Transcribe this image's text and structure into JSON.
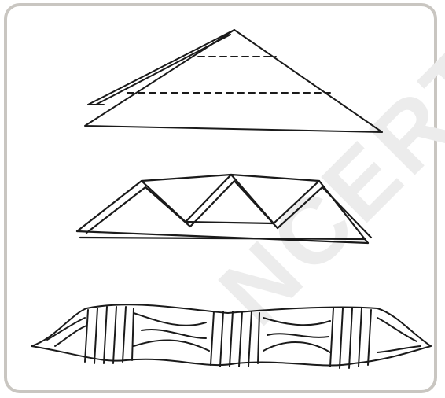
{
  "figure": {
    "steps": [
      "fold-triangle",
      "pleat-zigzag",
      "bind-with-thread"
    ],
    "colors": {
      "frame": "#c9c6c1",
      "ink": "#1a1a1a",
      "watermark": "#ececec",
      "paper": "#ffffff"
    },
    "watermark_text": "NCERT"
  }
}
